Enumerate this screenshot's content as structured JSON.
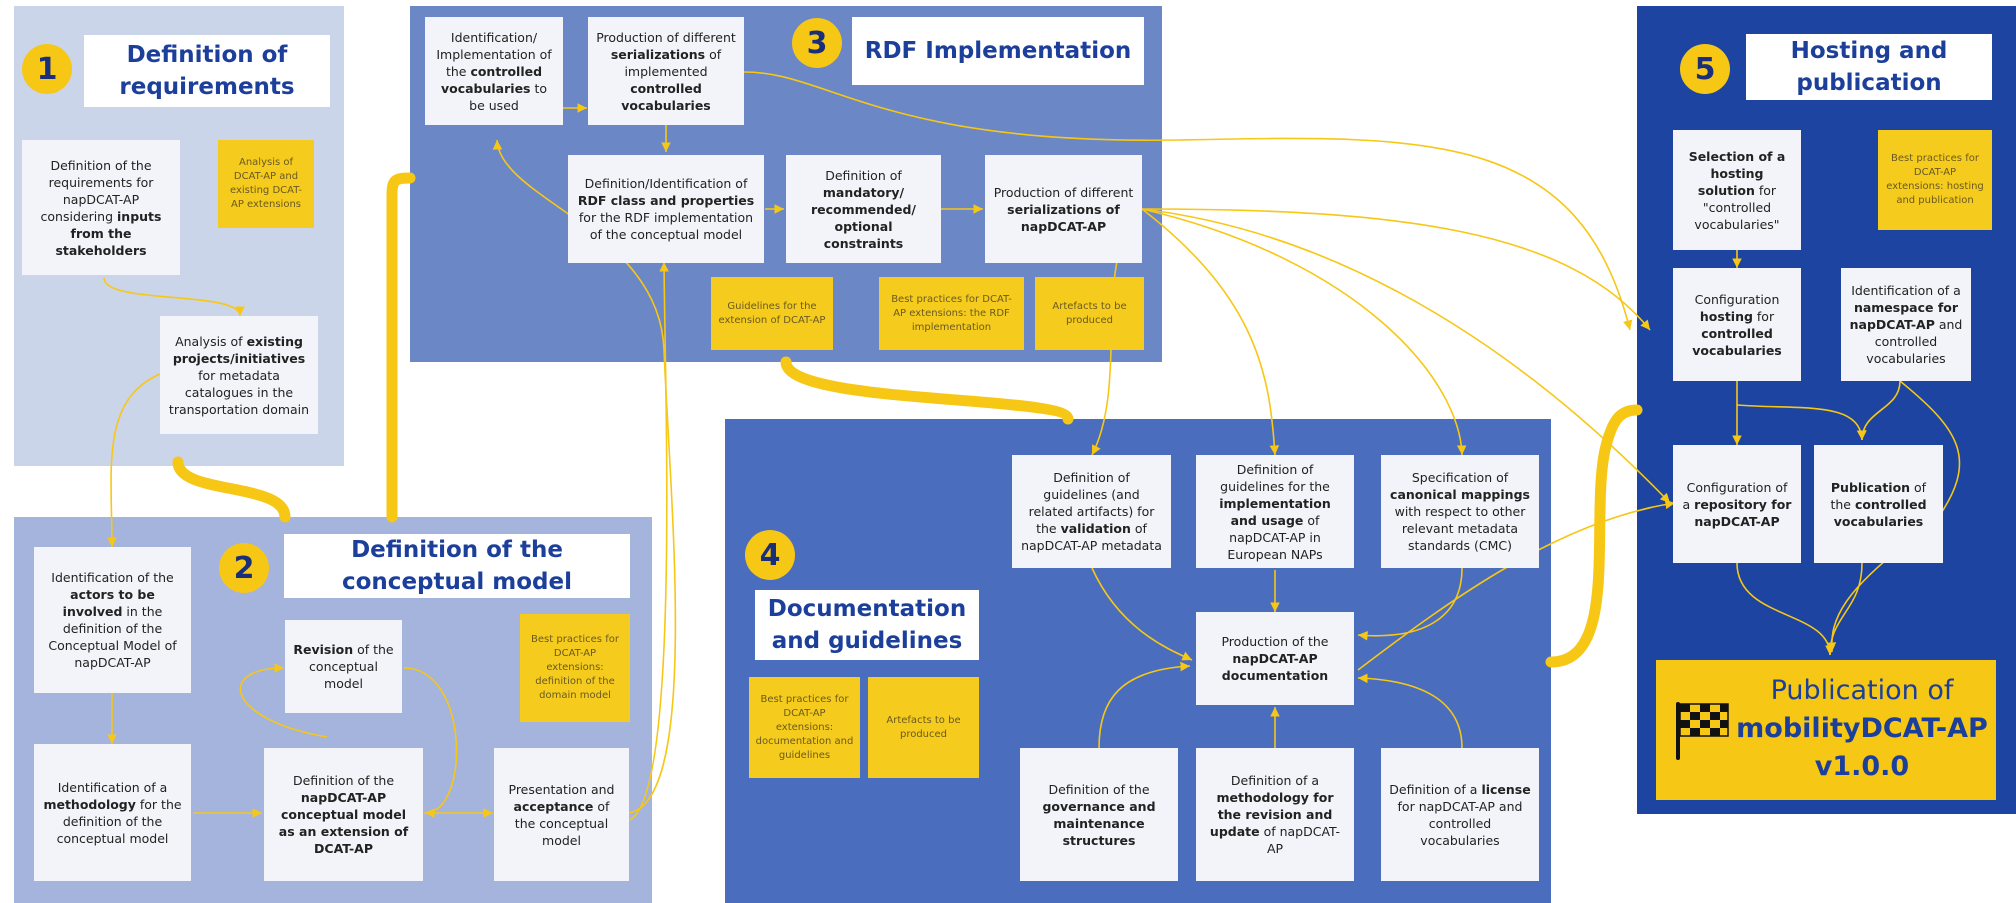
{
  "colors": {
    "panel1": "#cbd5ea",
    "panel2": "#a4b4dd",
    "panel3": "#6b87c6",
    "panel4": "#4a6dbd",
    "panel5": "#1c44a0",
    "accent": "#f7c716",
    "title_text": "#1b3f9a",
    "box": "#f2f4f9"
  },
  "sections": {
    "s1": {
      "number": "1",
      "title": "Definition of requirements"
    },
    "s2": {
      "number": "2",
      "title": "Definition of the conceptual model"
    },
    "s3": {
      "number": "3",
      "title": "RDF Implementation"
    },
    "s4": {
      "number": "4",
      "title": "Documentation and guidelines"
    },
    "s5": {
      "number": "5",
      "title": "Hosting and publication"
    }
  },
  "boxes": {
    "s1_req": [
      "Definition of the requirements for napDCAT-AP considering ",
      "inputs from the stakeholders",
      ""
    ],
    "s1_analysis": [
      "Analysis of ",
      "existing projects/initiatives",
      " for metadata  catalogues in the transportation domain"
    ],
    "s2_actors": [
      "Identification of the ",
      "actors to be involved",
      " in the definition of the Conceptual Model of napDCAT-AP"
    ],
    "s2_method": [
      "Identification of a ",
      "methodology",
      " for the definition of the conceptual model"
    ],
    "s2_revision": [
      "",
      "Revision",
      " of the conceptual model"
    ],
    "s2_def": [
      "Definition of the ",
      "napDCAT-AP conceptual model as an extension of DCAT-AP",
      ""
    ],
    "s2_present": [
      "Presentation and ",
      "acceptance",
      " of the conceptual model"
    ],
    "s3_ident": [
      "Identification/ Implementation of the ",
      "controlled vocabularies",
      " to be used"
    ],
    "s3_prod_ser": [
      "Production of different ",
      "serializations",
      " of implemented ",
      "controlled vocabularies",
      ""
    ],
    "s3_rdf": [
      "Definition/Identification of ",
      "RDF class and properties",
      " for the RDF implementation of the conceptual model"
    ],
    "s3_constraints": [
      "Definition of ",
      "mandatory/ recommended/ optional constraints",
      ""
    ],
    "s3_prod_nap": [
      "Production of different ",
      "serializations of napDCAT-AP",
      ""
    ],
    "s4_val": [
      "Definition of guidelines (and related artifacts) for the ",
      "validation",
      " of napDCAT-AP metadata"
    ],
    "s4_impl": [
      "Definition of guidelines for the ",
      "implementation and usage",
      " of napDCAT-AP in European NAPs"
    ],
    "s4_cmc": [
      "Specification of ",
      "canonical mappings",
      " with respect to other relevant metadata standards (CMC)"
    ],
    "s4_doc": [
      "Production of the ",
      "napDCAT-AP documentation",
      ""
    ],
    "s4_gov": [
      "Definition of the ",
      "governance and maintenance structures",
      ""
    ],
    "s4_method": [
      "Definition of a ",
      "methodology for the revision and update",
      " of napDCAT-AP"
    ],
    "s4_license": [
      "Definition of a ",
      "license",
      " for napDCAT-AP and controlled vocabularies"
    ],
    "s5_select": [
      "",
      "Selection of a hosting solution",
      " for \"controlled vocabularies\""
    ],
    "s5_config": [
      "Configuration ",
      "hosting",
      " for ",
      "controlled vocabularies",
      ""
    ],
    "s5_namespace": [
      "Identification of a ",
      "namespace for napDCAT-AP",
      " and controlled vocabularies"
    ],
    "s5_repo": [
      "Configuration of a ",
      "repository for napDCAT-AP",
      ""
    ],
    "s5_pub": [
      "",
      "Publication",
      " of the ",
      "controlled vocabularies",
      ""
    ]
  },
  "notes": {
    "n1": "Analysis of DCAT-AP and existing DCAT-AP extensions",
    "n2": "Best practices for DCAT-AP extensions: definition of the domain model",
    "n3a": "Guidelines for the extension of DCAT-AP",
    "n3b": "Best practices for DCAT-AP extensions: the RDF implementation",
    "n3c": "Artefacts to be produced",
    "n4a": "Best practices for DCAT-AP extensions: documentation and guidelines",
    "n4b": "Artefacts to be produced",
    "n5": "Best practices for DCAT-AP extensions: hosting and publication"
  },
  "final": {
    "line1": "Publication of",
    "line2": "mobilityDCAT-AP",
    "line3": "v1.0.0",
    "icon": "checkered-flag-icon"
  }
}
